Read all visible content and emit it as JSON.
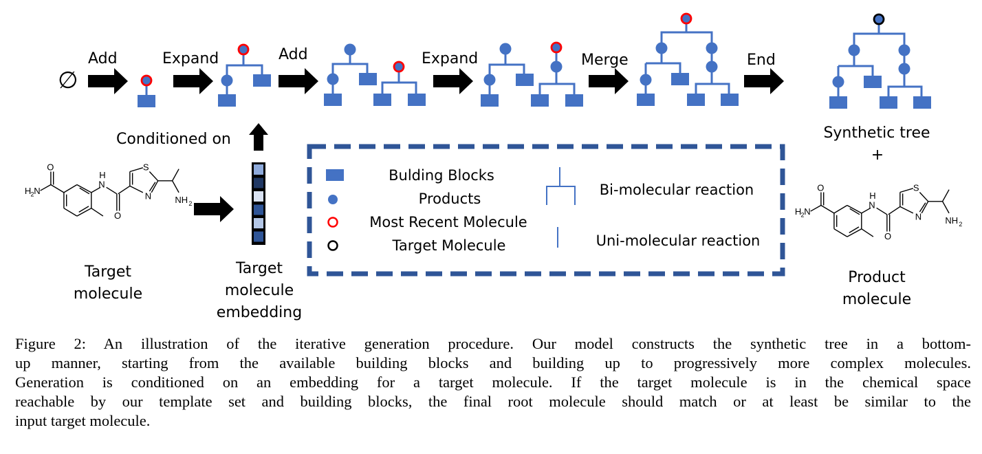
{
  "steps": [
    {
      "label": "Add"
    },
    {
      "label": "Expand"
    },
    {
      "label": "Add"
    },
    {
      "label": "Expand"
    },
    {
      "label": "Merge"
    },
    {
      "label": "End"
    }
  ],
  "start_symbol": "∅",
  "conditioned_label": "Conditioned on",
  "target_molecule_label": [
    "Target",
    "molecule"
  ],
  "embedding_label": [
    "Target",
    "molecule",
    "embedding"
  ],
  "embedding_cells": [
    "#8eaadb",
    "#203864",
    "#dae3f3",
    "#2f5597",
    "#b4c7e7",
    "#2f5597"
  ],
  "synthetic_tree_label": "Synthetic tree",
  "plus_label": "+",
  "product_molecule_label": [
    "Product",
    "molecule"
  ],
  "legend": {
    "items": [
      {
        "icon": "square",
        "label": "Bulding Blocks"
      },
      {
        "icon": "filled-circle",
        "label": "Products"
      },
      {
        "icon": "red-circle",
        "label": "Most Recent Molecule"
      },
      {
        "icon": "black-circle",
        "label": "Target Molecule"
      }
    ],
    "reactions": [
      {
        "icon": "bi-molecular",
        "label": "Bi-molecular reaction"
      },
      {
        "icon": "uni-molecular",
        "label": "Uni-molecular reaction"
      }
    ]
  },
  "molecule_atoms": {
    "o": "O",
    "h": "H",
    "n": "N",
    "s": "S",
    "h2n": "H",
    "h2n_sub": "2",
    "h2n_n": "N",
    "nh2_n": "NH",
    "nh2_sub": "2"
  },
  "colors": {
    "node": "#4472c4",
    "recent": "#ff0000",
    "target": "#000000",
    "dash": "#2f5597"
  },
  "caption": [
    "Figure 2: An illustration of the iterative generation procedure. Our model constructs the synthetic tree in a bottom-",
    "up manner, starting from the available building blocks and building up to progressively more complex molecules.",
    "Generation is conditioned on an embedding for a target molecule. If the target molecule is in the chemical space",
    "reachable by our template set and building blocks, the final root molecule should match or at least be similar to the",
    "input target molecule."
  ]
}
